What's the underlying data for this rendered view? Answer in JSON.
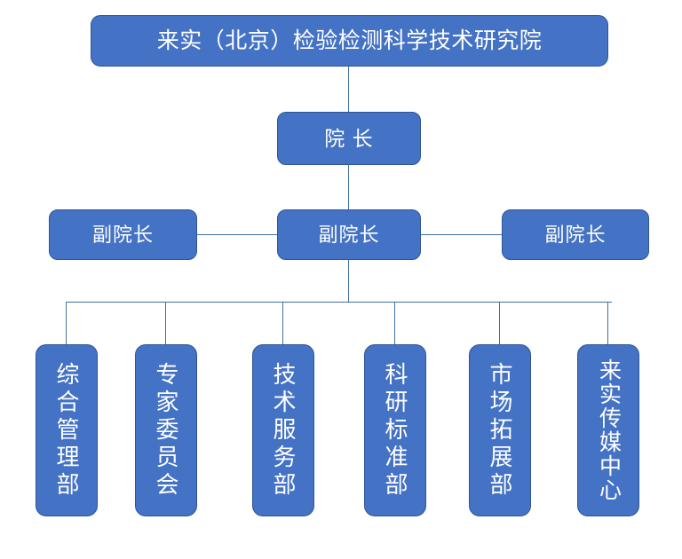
{
  "chart": {
    "type": "org-chart",
    "title": "来实（北京）检验检测科学技术研究院",
    "colors": {
      "node_fill": "#4472C4",
      "node_border": "#2F5597",
      "connector": "#41719C",
      "node_text": "#FFFFFF",
      "background": "#FFFFFF"
    },
    "levels": [
      {
        "level": 1,
        "nodes": [
          {
            "id": "root",
            "label": "来实（北京）检验检测科学技术研究院"
          }
        ]
      },
      {
        "level": 2,
        "nodes": [
          {
            "id": "director",
            "label": "院 长"
          }
        ]
      },
      {
        "level": 3,
        "nodes": [
          {
            "id": "deputy-left",
            "label": "副院长"
          },
          {
            "id": "deputy-center",
            "label": "副院长"
          },
          {
            "id": "deputy-right",
            "label": "副院长"
          }
        ]
      },
      {
        "level": 4,
        "orientation": "vertical-text",
        "nodes": [
          {
            "id": "dept-1",
            "label": "综合管理部"
          },
          {
            "id": "dept-2",
            "label": "专家委员会"
          },
          {
            "id": "dept-3",
            "label": "技术服务部"
          },
          {
            "id": "dept-4",
            "label": "科研标准部"
          },
          {
            "id": "dept-5",
            "label": "市场拓展部"
          },
          {
            "id": "dept-6",
            "label": "来实传媒中心"
          }
        ]
      }
    ]
  }
}
